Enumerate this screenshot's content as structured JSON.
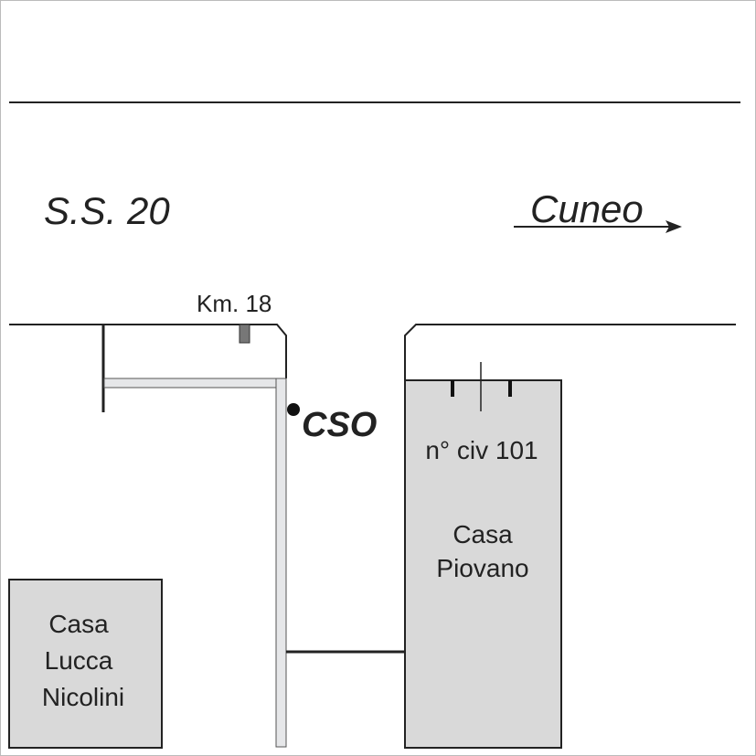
{
  "road": {
    "name": "S.S. 20",
    "direction_label": "Cuneo",
    "km_label": "Km. 18"
  },
  "marker": {
    "label": "CSO"
  },
  "buildings": [
    {
      "name": "house-piovano",
      "lines": [
        "n° civ 101",
        "Casa",
        "Piovano"
      ]
    },
    {
      "name": "house-lucca-nicolini",
      "lines": [
        "Casa",
        "Lucca",
        "Nicolini"
      ]
    }
  ],
  "colors": {
    "building_fill": "#d9d9d9",
    "line": "#222222",
    "strip": "#e6e7e9"
  }
}
